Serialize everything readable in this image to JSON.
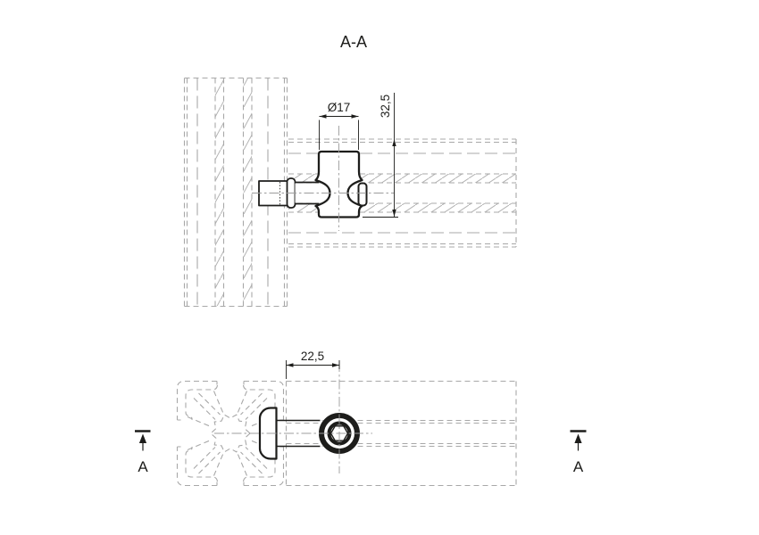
{
  "title": "A-A",
  "section_view": {
    "dimensions": {
      "diameter": "Ø17",
      "height": "32,5"
    }
  },
  "plan_view": {
    "dimensions": {
      "offset": "22,5"
    },
    "section_markers": {
      "left": "A",
      "right": "A"
    }
  },
  "colors": {
    "part_line": "#1d1d1b",
    "reference_line": "#a8a8a8",
    "hatch_line": "#b2b2b2",
    "centerline": "#9c9c9c",
    "background": "#ffffff"
  }
}
